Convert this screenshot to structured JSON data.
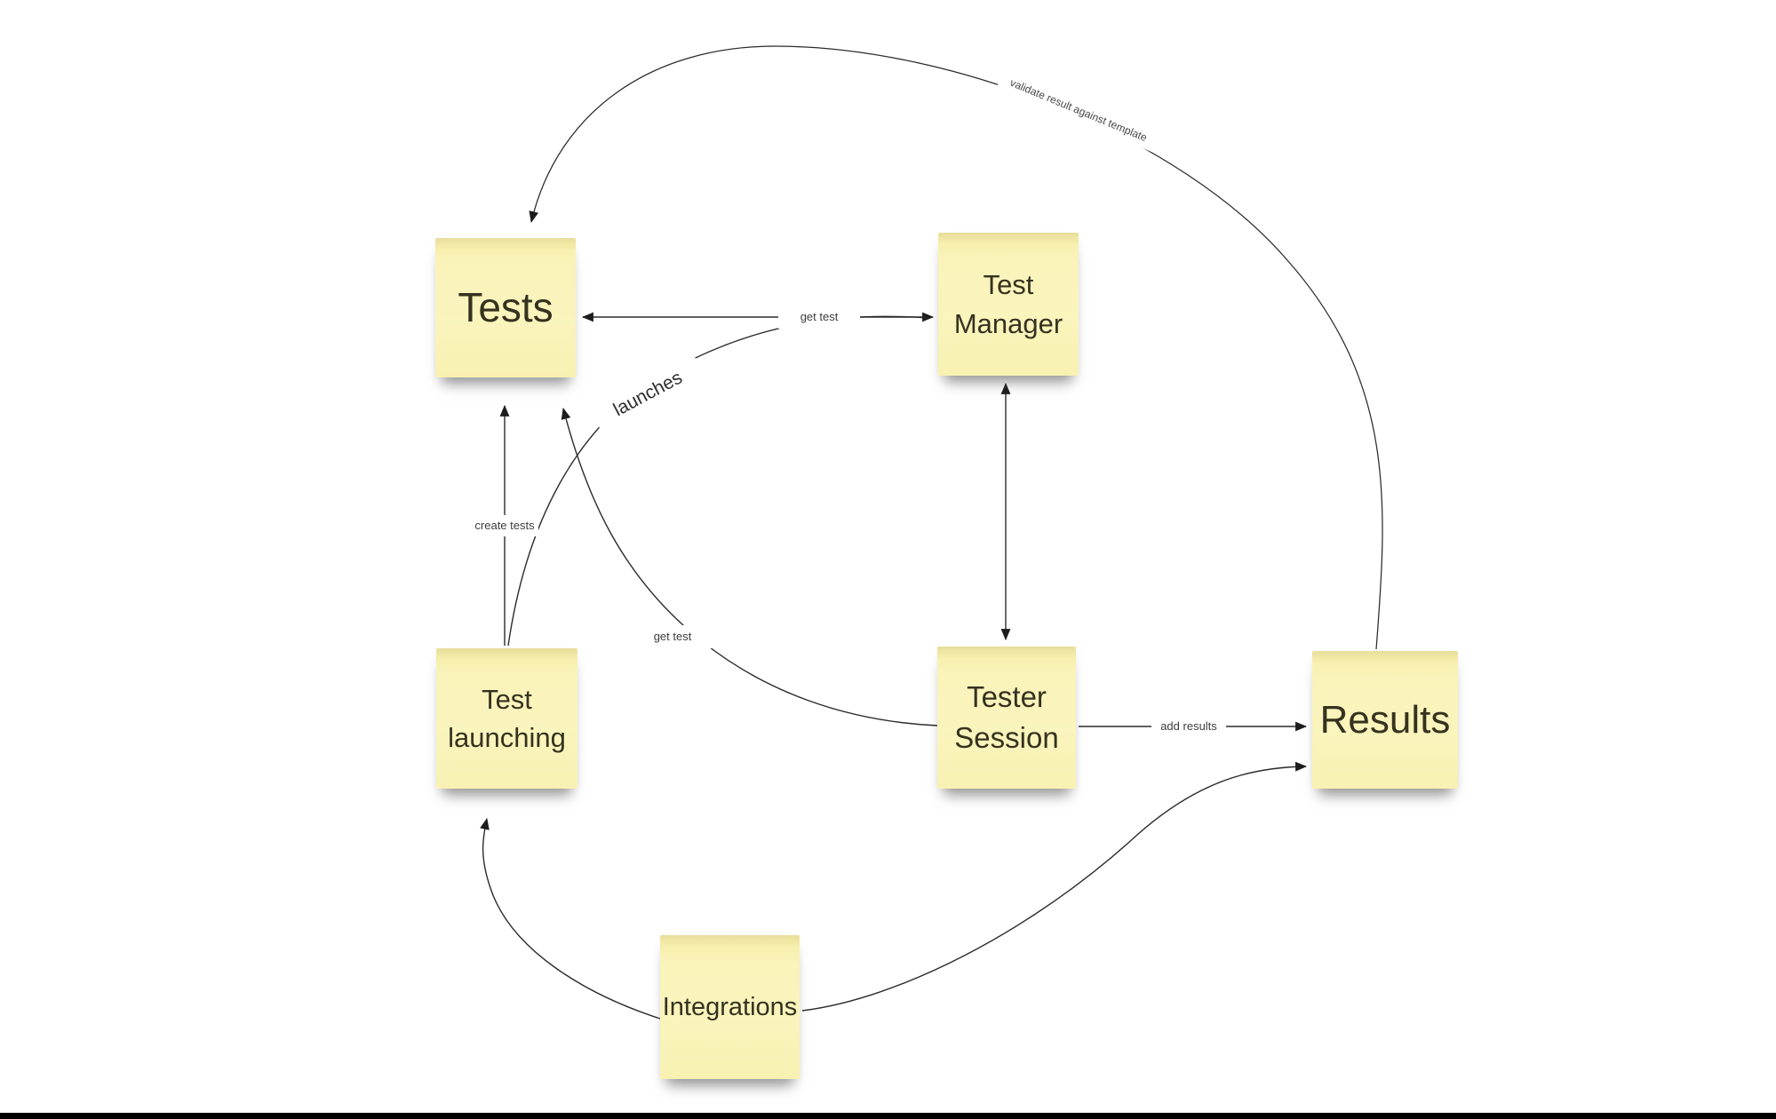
{
  "board": {
    "background": "#ffffff",
    "note_color": "#faf3b9",
    "note_top_band_color": "#ece2a0",
    "line_color": "#2b2b2b",
    "label_color": "#3c3c3c",
    "bottom_bar_color": "#000000"
  },
  "notes": [
    {
      "id": "tests",
      "label": "Tests"
    },
    {
      "id": "test-manager",
      "label": "Test Manager"
    },
    {
      "id": "test-launching",
      "label": "Test launching"
    },
    {
      "id": "tester-session",
      "label": "Tester Session"
    },
    {
      "id": "results",
      "label": "Results"
    },
    {
      "id": "integrations",
      "label": "Integrations"
    }
  ],
  "connectors": [
    {
      "id": "validate",
      "label": "validate result against template",
      "from": "Results",
      "to": "Tests",
      "arrows": "single"
    },
    {
      "id": "get-test-top",
      "label": "get test",
      "from": "Tests",
      "to": "Test Manager",
      "arrows": "double"
    },
    {
      "id": "launches",
      "label": "launches",
      "from": "Test launching",
      "to": "Test Manager",
      "arrows": "single"
    },
    {
      "id": "create-tests",
      "label": "create tests",
      "from": "Test launching",
      "to": "Tests",
      "arrows": "single"
    },
    {
      "id": "get-test-lower",
      "label": "get test",
      "from": "Tester Session",
      "to": "Tests",
      "arrows": "single"
    },
    {
      "id": "manager-session",
      "label": "",
      "from": "Test Manager",
      "to": "Tester Session",
      "arrows": "double"
    },
    {
      "id": "add-results",
      "label": "add results",
      "from": "Tester Session",
      "to": "Results",
      "arrows": "single"
    },
    {
      "id": "integrations-launching",
      "label": "",
      "from": "Integrations",
      "to": "Test launching",
      "arrows": "single"
    },
    {
      "id": "integrations-results",
      "label": "",
      "from": "Integrations",
      "to": "Results",
      "arrows": "single"
    }
  ]
}
